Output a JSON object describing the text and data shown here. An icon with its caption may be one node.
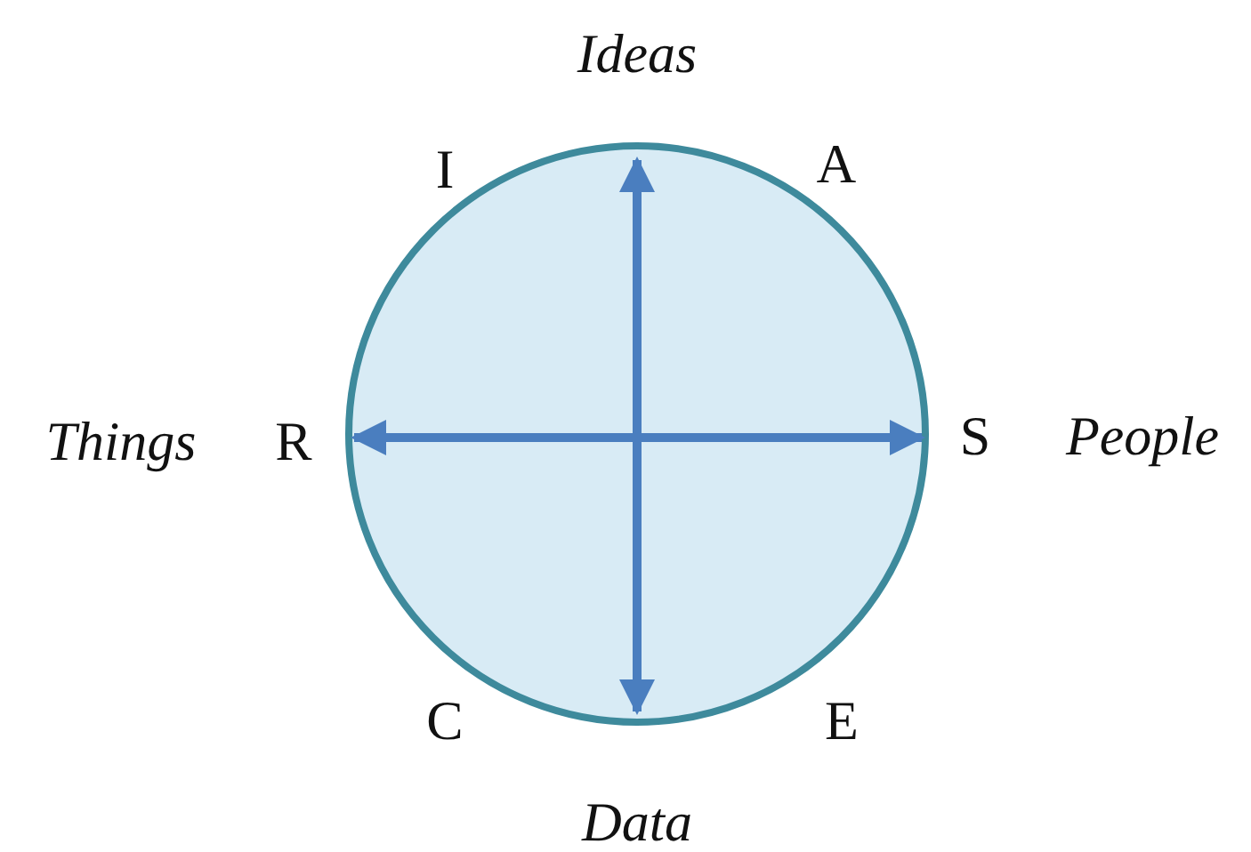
{
  "diagram": {
    "labels": [
      "Ideas",
      "I",
      "A",
      "Things",
      "R",
      "S",
      "People",
      "C",
      "E",
      "Data"
    ]
  }
}
